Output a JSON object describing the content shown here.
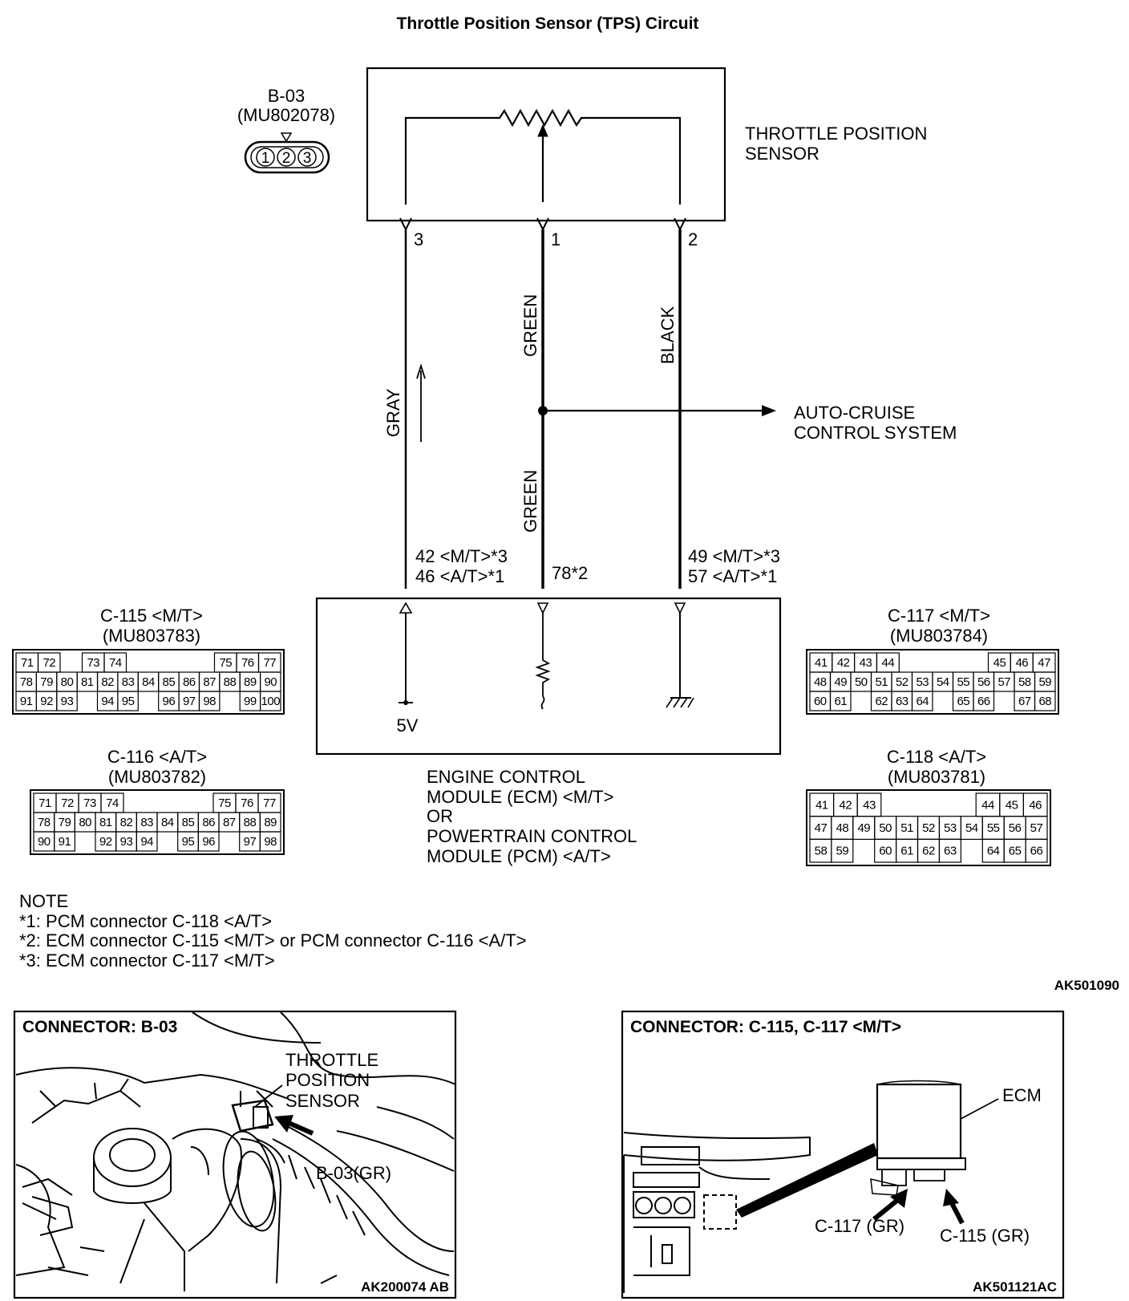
{
  "title": "Throttle Position Sensor (TPS) Circuit",
  "sensor": {
    "connector_id": "B-03",
    "part_number": "(MU802078)",
    "pins": [
      "1",
      "2",
      "3"
    ],
    "name_line1": "THROTTLE POSITION",
    "name_line2": "SENSOR"
  },
  "wires": {
    "pin3": "3",
    "pin1": "1",
    "pin2": "2",
    "gray": "GRAY",
    "green_upper": "GREEN",
    "green_lower": "GREEN",
    "black": "BLACK",
    "left_term_1": "42 <M/T>*3",
    "left_term_2": "46 <A/T>*1",
    "mid_term": "78*2",
    "right_term_1": "49 <M/T>*3",
    "right_term_2": "57 <A/T>*1",
    "voltage": "5V"
  },
  "auto_cruise": {
    "line1": "AUTO-CRUISE",
    "line2": "CONTROL SYSTEM"
  },
  "ecm": {
    "line1": "ENGINE CONTROL",
    "line2": "MODULE (ECM) <M/T>",
    "line3": "OR",
    "line4": "POWERTRAIN CONTROL",
    "line5": "MODULE (PCM) <A/T>"
  },
  "connectors": {
    "c115": {
      "name": "C-115 <M/T>",
      "part": "(MU803783)",
      "rows": [
        [
          "71",
          "72",
          "",
          "73",
          "74",
          "",
          "",
          "",
          "",
          "75",
          "76",
          "77"
        ],
        [
          "78",
          "79",
          "80",
          "81",
          "82",
          "83",
          "84",
          "85",
          "86",
          "87",
          "88",
          "89",
          "90"
        ],
        [
          "91",
          "92",
          "93",
          "",
          "94",
          "95",
          "",
          "96",
          "97",
          "98",
          "",
          "99",
          "100"
        ]
      ]
    },
    "c116": {
      "name": "C-116 <A/T>",
      "part": "(MU803782)",
      "rows": [
        [
          "71",
          "72",
          "73",
          "74",
          "",
          "",
          "",
          "",
          "75",
          "76",
          "77"
        ],
        [
          "78",
          "79",
          "80",
          "81",
          "82",
          "83",
          "84",
          "85",
          "86",
          "87",
          "88",
          "89"
        ],
        [
          "90",
          "91",
          "",
          "92",
          "93",
          "94",
          "",
          "95",
          "96",
          "",
          "97",
          "98"
        ]
      ]
    },
    "c117": {
      "name": "C-117 <M/T>",
      "part": "(MU803784)",
      "rows": [
        [
          "41",
          "42",
          "43",
          "44",
          "",
          "",
          "",
          "",
          "45",
          "46",
          "47"
        ],
        [
          "48",
          "49",
          "50",
          "51",
          "52",
          "53",
          "54",
          "55",
          "56",
          "57",
          "58",
          "59"
        ],
        [
          "60",
          "61",
          "",
          "62",
          "63",
          "64",
          "",
          "65",
          "66",
          "",
          "67",
          "68"
        ]
      ]
    },
    "c118": {
      "name": "C-118 <A/T>",
      "part": "(MU803781)",
      "rows": [
        [
          "41",
          "42",
          "43",
          "",
          "",
          "",
          "",
          "44",
          "45",
          "46"
        ],
        [
          "47",
          "48",
          "49",
          "50",
          "51",
          "52",
          "53",
          "54",
          "55",
          "56",
          "57"
        ],
        [
          "58",
          "59",
          "",
          "60",
          "61",
          "62",
          "63",
          "",
          "64",
          "65",
          "66"
        ]
      ]
    }
  },
  "notes": {
    "heading": "NOTE",
    "n1": "*1: PCM connector C-118 <A/T>",
    "n2": "*2: ECM connector C-115 <M/T> or PCM connector C-116 <A/T>",
    "n3": "*3: ECM connector C-117 <M/T>"
  },
  "figure_code_main": "AK501090",
  "panel_left": {
    "title": "CONNECTOR: B-03",
    "label_line1": "THROTTLE",
    "label_line2": "POSITION",
    "label_line3": "SENSOR",
    "connector_label": "B-03(GR)",
    "code": "AK200074 AB"
  },
  "panel_right": {
    "title": "CONNECTOR: C-115, C-117 <M/T>",
    "ecm_label": "ECM",
    "c117_label": "C-117 (GR)",
    "c115_label": "C-115 (GR)",
    "code": "AK501121AC"
  }
}
